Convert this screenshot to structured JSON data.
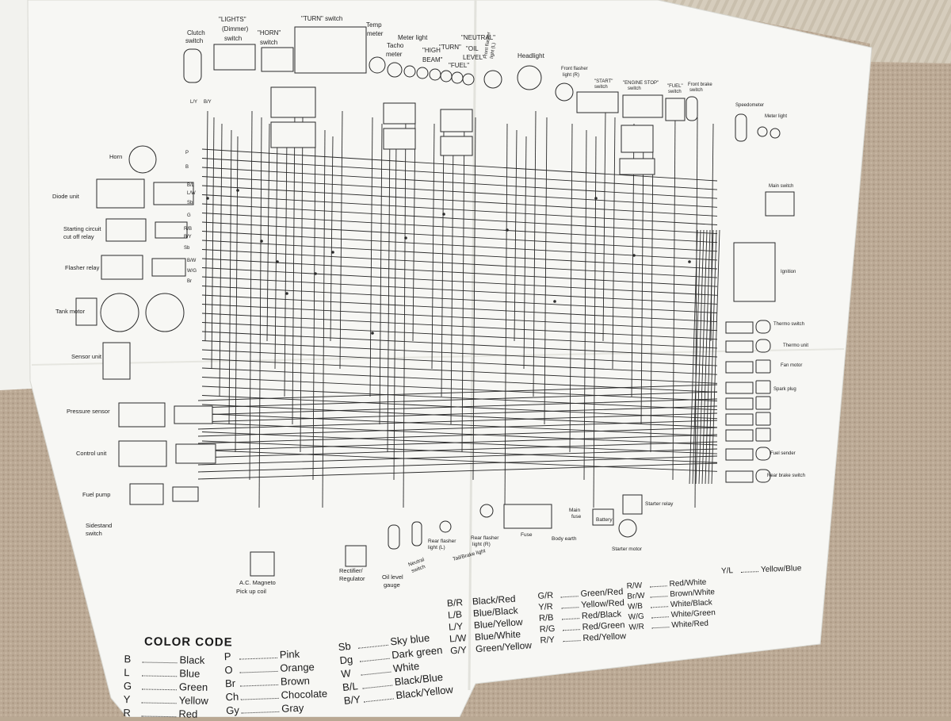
{
  "components": {
    "clutch_switch": [
      "Clutch",
      "switch"
    ],
    "lights_switch": [
      "\"LIGHTS\"",
      "(Dimmer)",
      "switch"
    ],
    "horn_switch": [
      "\"HORN\"",
      "switch"
    ],
    "turn_switch": "\"TURN\" switch",
    "temp_meter": [
      "Temp",
      "meter"
    ],
    "tacho_meter": [
      "Tacho",
      "meter"
    ],
    "meter_light": "Meter light",
    "high_beam": [
      "\"HIGH",
      "BEAM\""
    ],
    "turn_ind": "\"TURN\"",
    "neutral_ind": "\"NEUTRAL\"",
    "oil_level_ind": [
      "\"OIL",
      "LEVEL\""
    ],
    "fuel_ind": "\"FUEL\"",
    "front_flasher_l": [
      "Front flasher",
      "light (L)"
    ],
    "headlight": "Headlight",
    "front_flasher_r": [
      "Front flasher",
      "light (R)"
    ],
    "start_switch": [
      "\"START\"",
      "switch"
    ],
    "engine_stop_switch": [
      "\"ENGINE STOP\"",
      "switch"
    ],
    "fuel_switch": [
      "\"FUEL\"",
      "switch"
    ],
    "front_brake_switch": [
      "Front brake",
      "switch"
    ],
    "speedometer": "Speedometer",
    "meter_light_r": "Meter light",
    "main_switch": "Main switch",
    "ignition": "Ignition",
    "horn": "Horn",
    "diode_unit": "Diode unit",
    "starting_relay": [
      "Starting circuit",
      "cut off relay"
    ],
    "flasher_relay": "Flasher relay",
    "tank_motor": "Tank motor",
    "sensor_unit": "Sensor unit",
    "pressure_sensor": "Pressure sensor",
    "control_unit": "Control unit",
    "fuel_pump": "Fuel pump",
    "sidestand_switch": [
      "Sidestand",
      "switch"
    ],
    "ac_magneto": [
      "A.C. Magneto",
      "Pick up coil"
    ],
    "rectifier": [
      "Rectifier/",
      "Regulator"
    ],
    "oil_level_gauge": [
      "Oil level",
      "gauge"
    ],
    "neutral_switch": [
      "Neutral",
      "switch"
    ],
    "rear_flasher_l": [
      "Rear flasher",
      "light (L)"
    ],
    "tail_brake": "Tail/Brake light",
    "rear_flasher_r": [
      "Rear flasher",
      "light (R)"
    ],
    "fuse": "Fuse",
    "body_earth": "Body earth",
    "main_fuse": [
      "Main",
      "fuse"
    ],
    "battery": "Battery",
    "starter_relay": "Starter relay",
    "starter_motor": "Starter motor",
    "thermo_switch": "Thermo switch",
    "thermo_unit": "Thermo unit",
    "fan_motor": "Fan motor",
    "spark_plug": "Spark plug",
    "fuel_sender": "Fuel sender",
    "rear_brake_switch": "Rear brake switch"
  },
  "wire_tags": {
    "clutch": [
      "L/Y",
      "B/Y"
    ],
    "horn": [
      "P",
      "B"
    ],
    "diode": [
      "B/L",
      "L/W",
      "Sb",
      "G"
    ],
    "relay": [
      "R/B",
      "B/Y",
      "Sb"
    ],
    "flasher": [
      "B/W",
      "W/G",
      "Br"
    ]
  },
  "color_code": {
    "title": "COLOR CODE",
    "col1": [
      {
        "abbr": "B",
        "name": "Black"
      },
      {
        "abbr": "L",
        "name": "Blue"
      },
      {
        "abbr": "G",
        "name": "Green"
      },
      {
        "abbr": "Y",
        "name": "Yellow"
      },
      {
        "abbr": "R",
        "name": "Red"
      }
    ],
    "col2": [
      {
        "abbr": "P",
        "name": "Pink"
      },
      {
        "abbr": "O",
        "name": "Orange"
      },
      {
        "abbr": "Br",
        "name": "Brown"
      },
      {
        "abbr": "Ch",
        "name": "Chocolate"
      },
      {
        "abbr": "Gy",
        "name": "Gray"
      }
    ],
    "col3": [
      {
        "abbr": "Sb",
        "name": "Sky blue"
      },
      {
        "abbr": "Dg",
        "name": "Dark green"
      },
      {
        "abbr": "W",
        "name": "White"
      },
      {
        "abbr": "B/L",
        "name": "Black/Blue"
      },
      {
        "abbr": "B/Y",
        "name": "Black/Yellow"
      }
    ],
    "col4": [
      {
        "abbr": "B/R",
        "name": "Black/Red"
      },
      {
        "abbr": "L/B",
        "name": "Blue/Black"
      },
      {
        "abbr": "L/Y",
        "name": "Blue/Yellow"
      },
      {
        "abbr": "L/W",
        "name": "Blue/White"
      },
      {
        "abbr": "G/Y",
        "name": "Green/Yellow"
      }
    ],
    "col5": [
      {
        "abbr": "G/R",
        "name": "Green/Red"
      },
      {
        "abbr": "Y/R",
        "name": "Yellow/Red"
      },
      {
        "abbr": "R/B",
        "name": "Red/Black"
      },
      {
        "abbr": "R/G",
        "name": "Red/Green"
      },
      {
        "abbr": "R/Y",
        "name": "Red/Yellow"
      }
    ],
    "col6": [
      {
        "abbr": "R/W",
        "name": "Red/White"
      },
      {
        "abbr": "Br/W",
        "name": "Brown/White"
      },
      {
        "abbr": "W/B",
        "name": "White/Black"
      },
      {
        "abbr": "W/G",
        "name": "White/Green"
      },
      {
        "abbr": "W/R",
        "name": "White/Red"
      }
    ],
    "col7": [
      {
        "abbr": "Y/L",
        "name": "Yellow/Blue"
      }
    ]
  },
  "colors": {
    "paper": "#f7f7f4",
    "ink": "#1f1f1f",
    "carpet": "#b9a893",
    "folder": "#f2f2ee"
  }
}
